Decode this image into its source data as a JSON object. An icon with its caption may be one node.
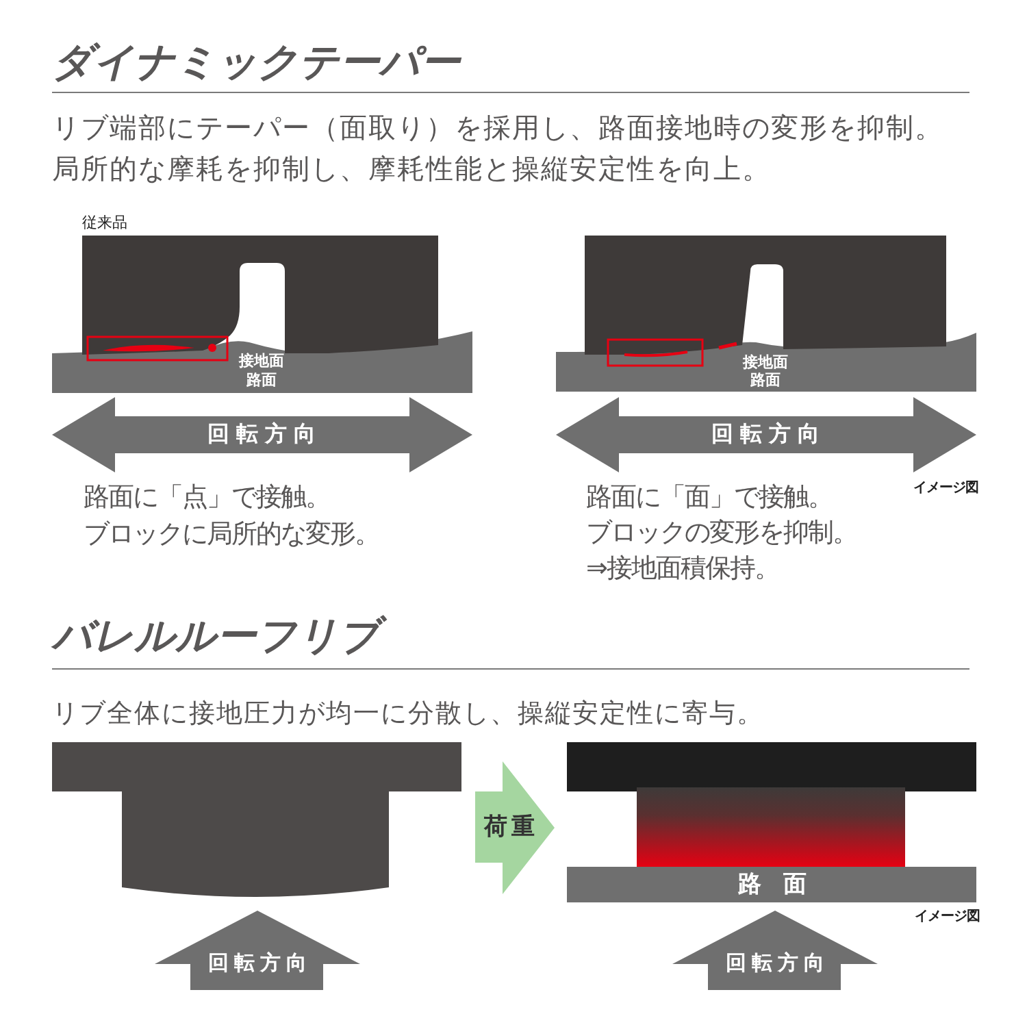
{
  "diagram": {
    "nodes": [
      {
        "text": [
          "接地面",
          "路面"
        ]
      },
      {
        "text": [
          "回転方向"
        ]
      },
      {
        "text": [
          "接地面",
          "路面"
        ]
      },
      {
        "text": [
          "回転方向"
        ]
      },
      {
        "text": [
          "荷重"
        ]
      },
      {
        "text": [
          "路面"
        ]
      },
      {
        "text": [
          "回転方向"
        ]
      },
      {
        "text": [
          "回転方向"
        ]
      }
    ],
    "labels": [
      "ダイナミックテーパー",
      "リブ端部にテーパー（面取り）を採用し、路面接地時の変形を抑制。局所的な摩耗を抑制し、摩耗性能と操縦安定性を向上。",
      "従来品",
      "路面に「点」で接触。",
      "ブロックに局所的な変形。",
      "路面に「面」で接触。",
      "ブロックの変形を抑制。",
      "⇒接地面積保持。",
      "イメージ図",
      "バレルルーフリブ",
      "リブ全体に接地圧力が均一に分散し、操縦安定性に寄与。",
      "イメージ図"
    ]
  }
}
